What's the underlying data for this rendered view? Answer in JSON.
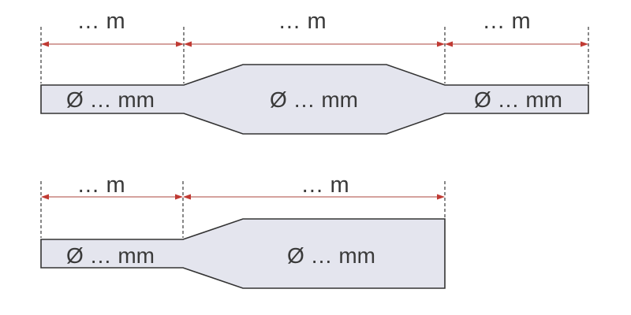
{
  "top_diagram": {
    "segments": [
      {
        "length_label": "… m",
        "diameter_label": "Ø … mm"
      },
      {
        "length_label": "… m",
        "diameter_label": "Ø … mm"
      },
      {
        "length_label": "… m",
        "diameter_label": "Ø … mm"
      }
    ]
  },
  "bottom_diagram": {
    "segments": [
      {
        "length_label": "… m",
        "diameter_label": "Ø … mm"
      },
      {
        "length_label": "… m",
        "diameter_label": "Ø … mm"
      }
    ]
  },
  "colors": {
    "body_fill": "#e4e5ee",
    "outline": "#333333",
    "dimension_line": "#c7847f",
    "arrowhead": "#c03a33",
    "text": "#3a3a3a"
  }
}
